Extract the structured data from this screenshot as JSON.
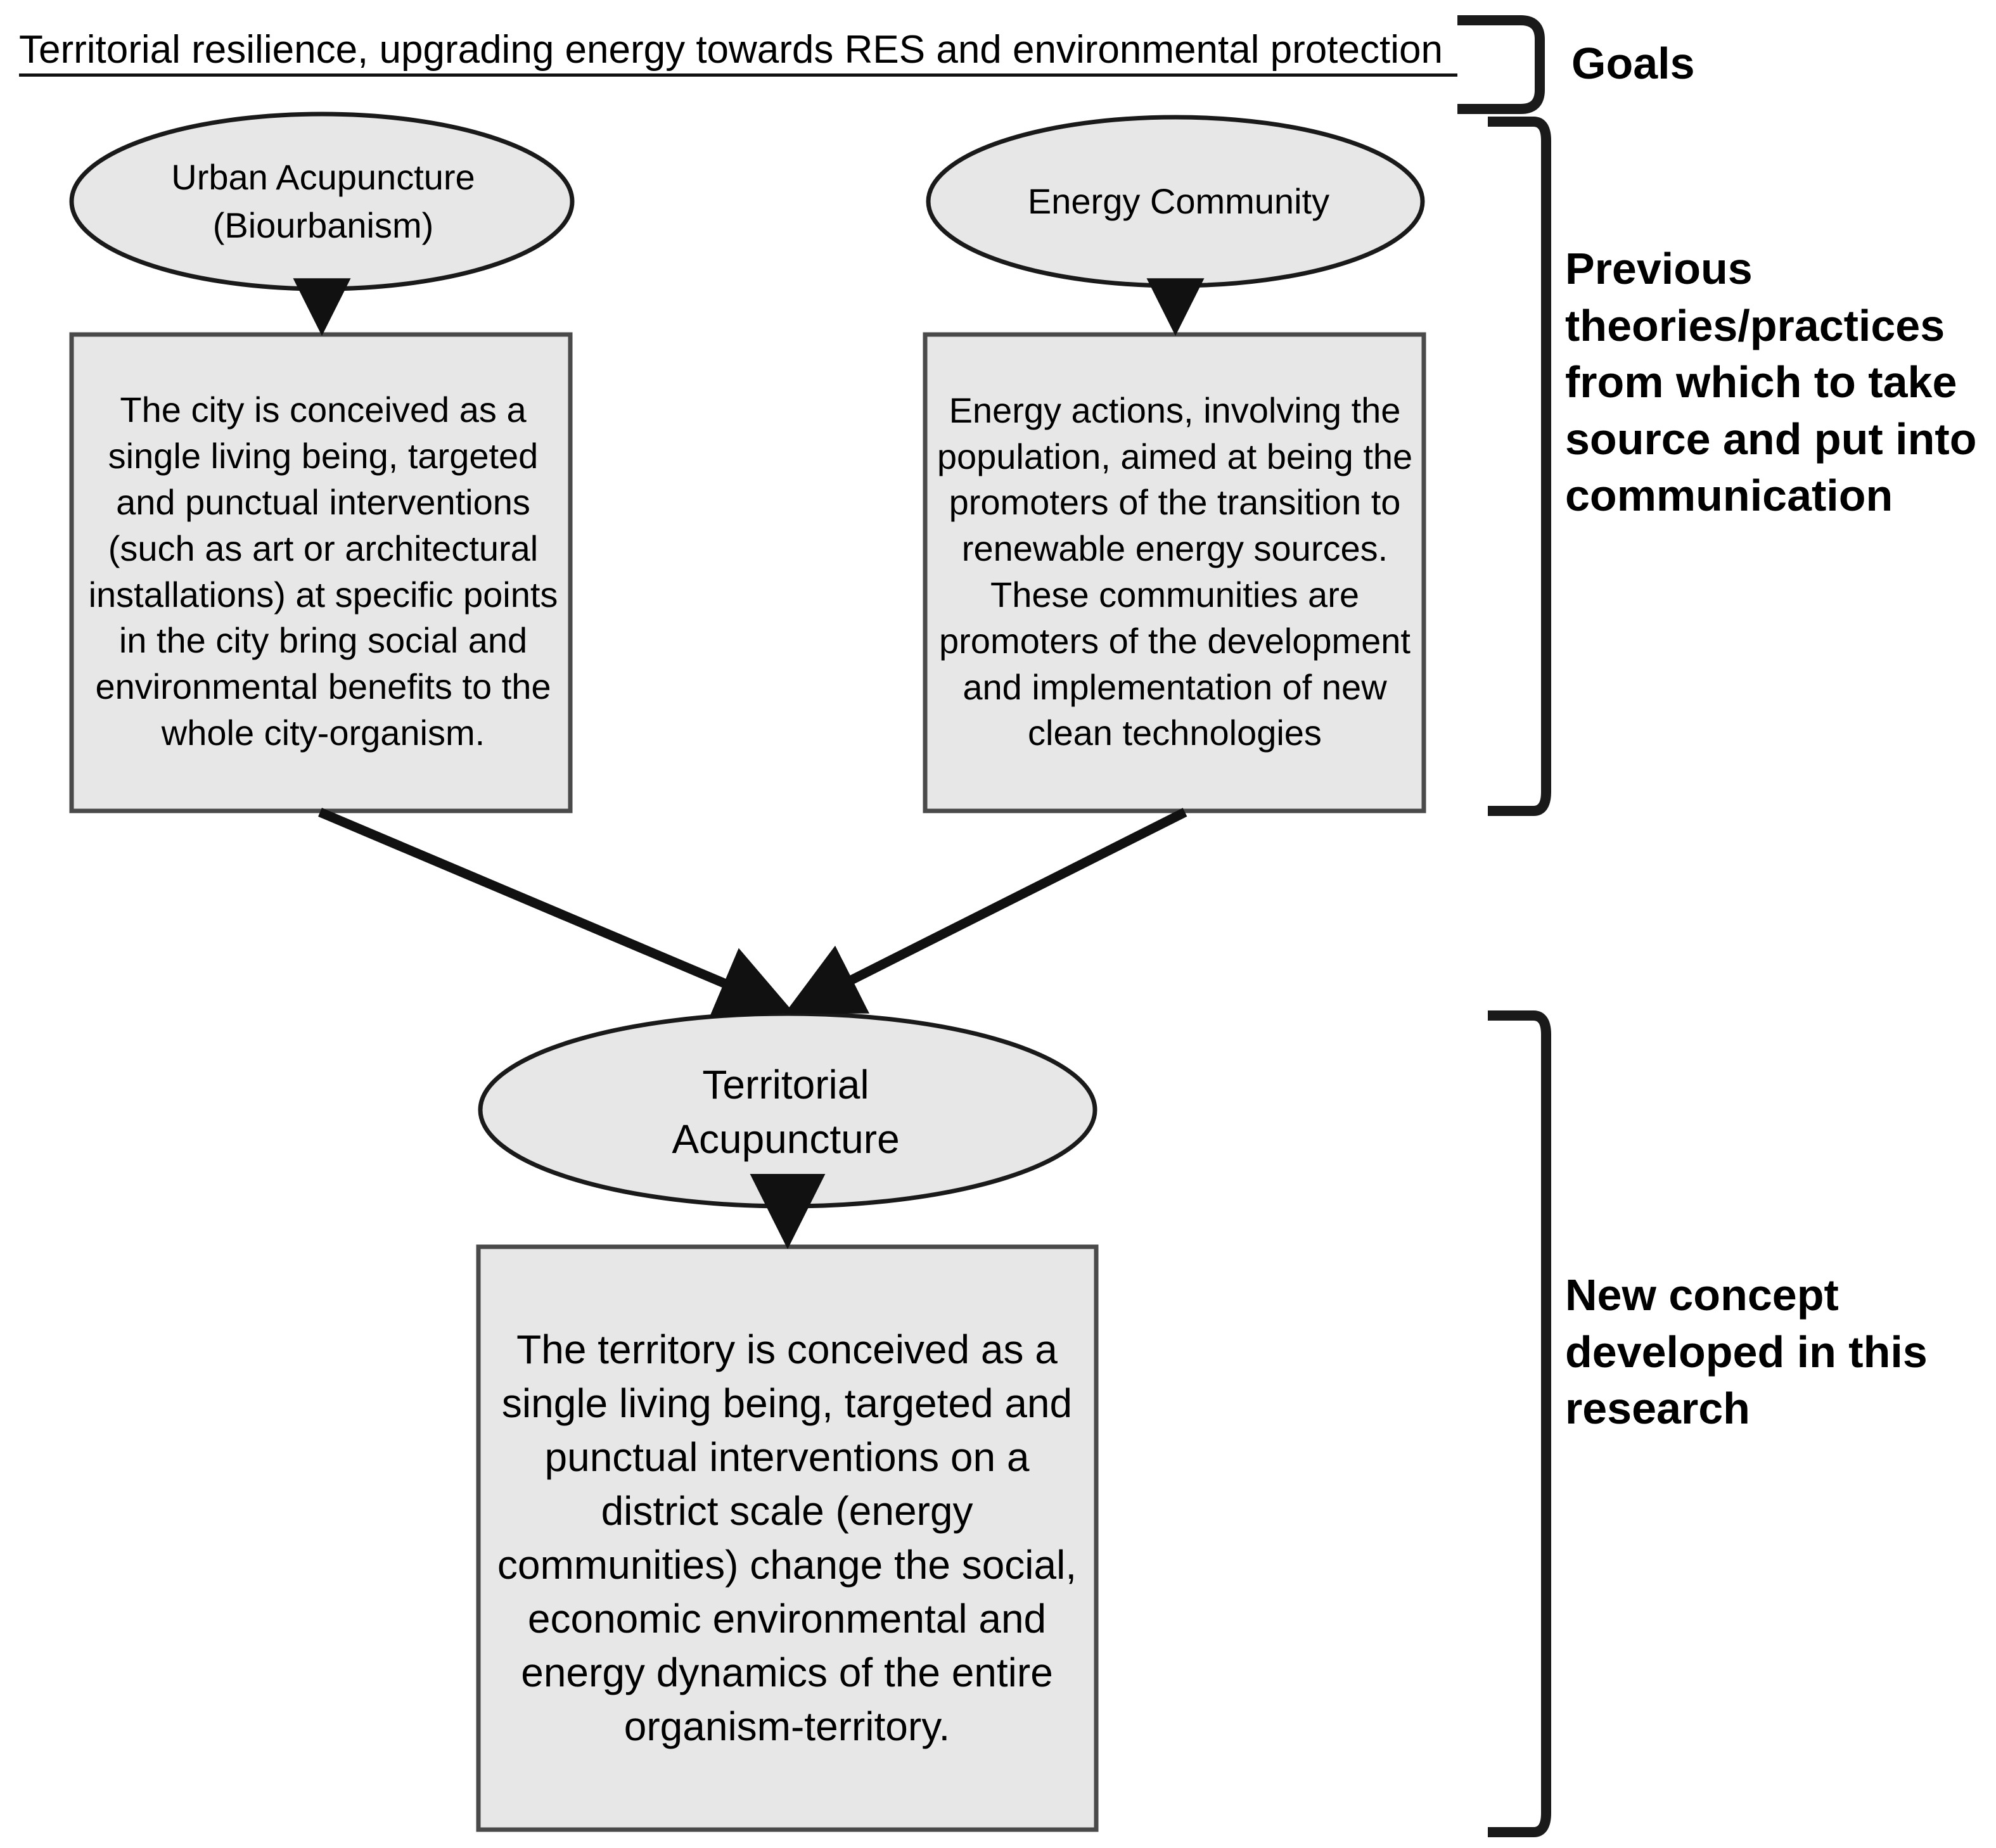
{
  "goals": {
    "title": "Territorial resilience, upgrading energy towards RES and environmental protection",
    "bracket_label": "Goals"
  },
  "previous_section": {
    "bracket_label": "Previous theories/practices from which to take source and put into communication",
    "nodes": [
      {
        "id": "urban-acupuncture",
        "shape": "ellipse",
        "label": "Urban Acupuncture\n(Biourbanism)",
        "description": "The city is conceived as a single living being, targeted and punctual interventions (such as art or architectural installations) at specific points in the city bring social and environmental benefits to the whole city-organism."
      },
      {
        "id": "energy-community",
        "shape": "ellipse",
        "label": "Energy Community",
        "description": "Energy actions, involving the population, aimed at being the promoters of the transition to renewable energy sources. These communities are promoters of the development and implementation of new clean technologies"
      }
    ]
  },
  "new_concept_section": {
    "bracket_label": "New concept developed in this research",
    "node": {
      "id": "territorial-acupuncture",
      "shape": "ellipse",
      "label": "Territorial\nAcupuncture",
      "description": "The territory is conceived as a single living being, targeted and punctual interventions on a district scale (energy communities) change the social, economic environmental and energy dynamics of the entire organism-territory."
    }
  },
  "colors": {
    "shape_fill": "#E7E7E7",
    "shape_stroke": "#1A1A1A",
    "text": "#000000",
    "background": "#FFFFFF"
  }
}
